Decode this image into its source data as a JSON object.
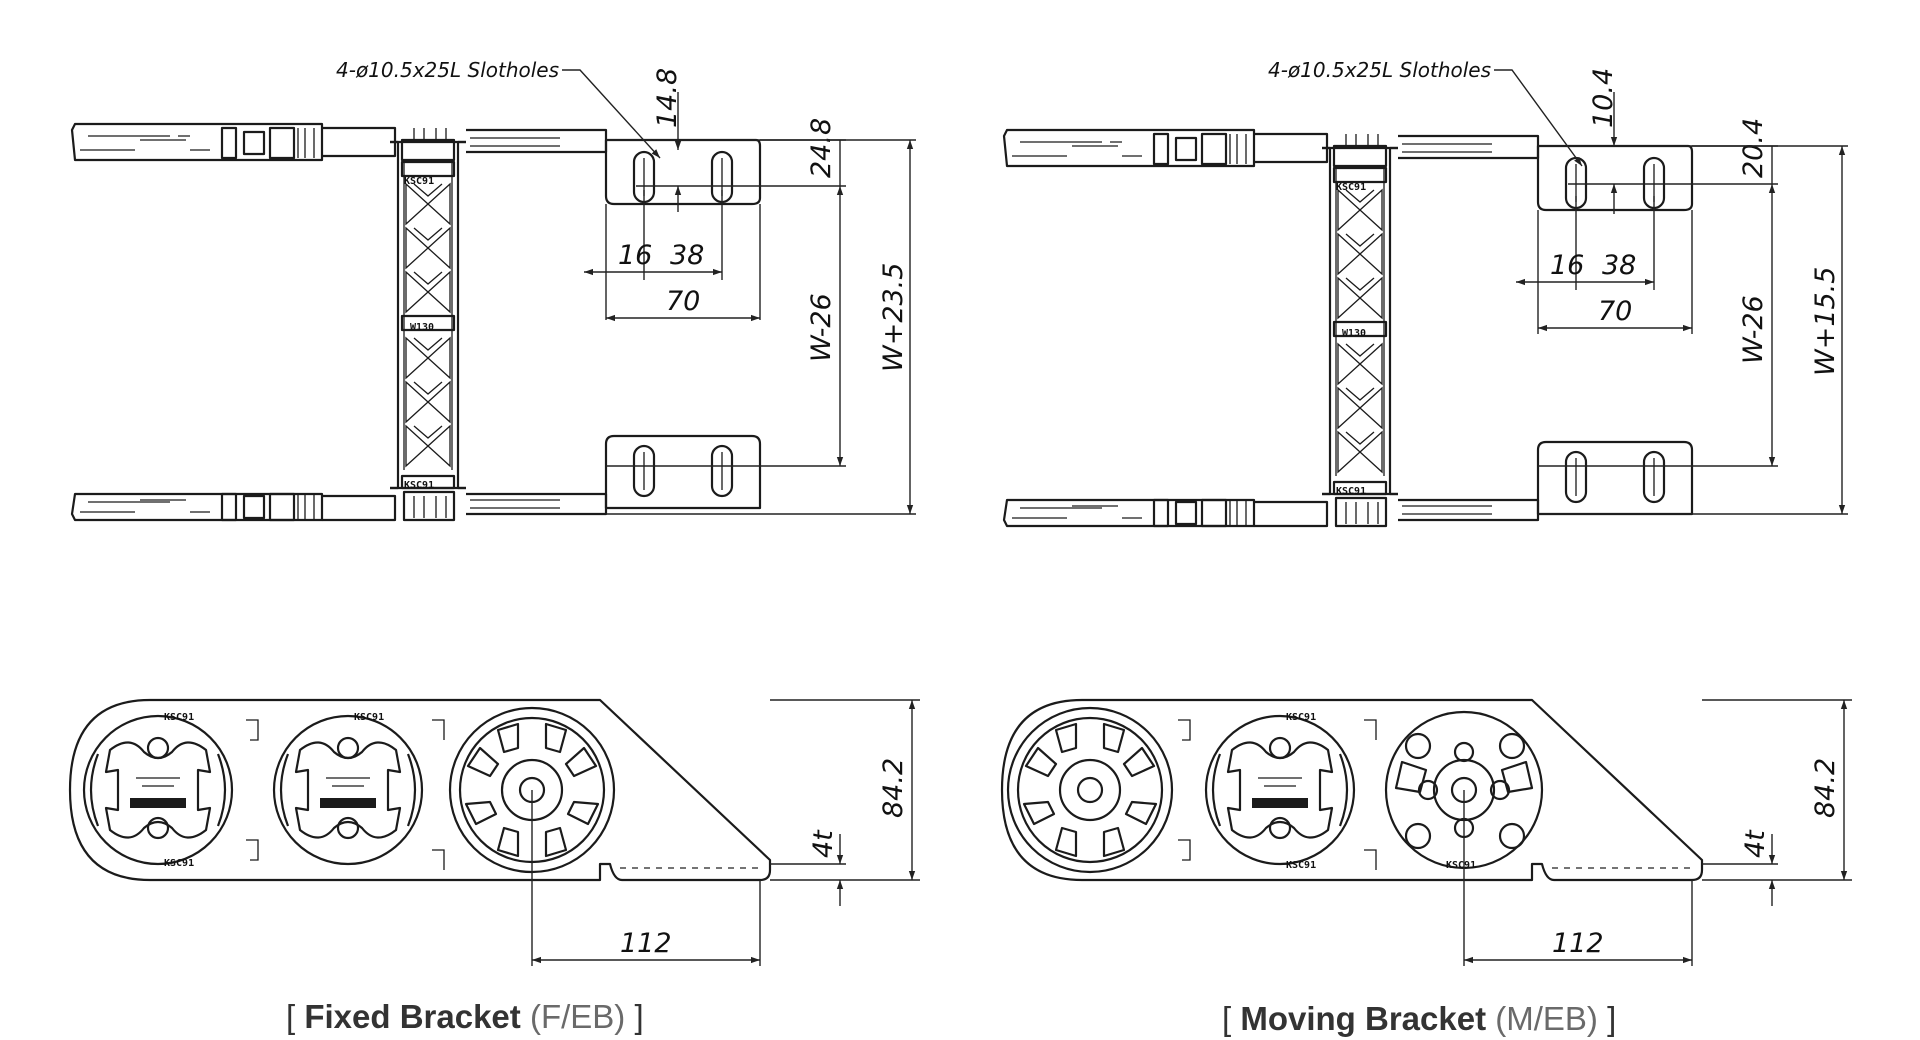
{
  "fixed": {
    "slot_note": "4-ø10.5x25L Slotholes",
    "dims": {
      "a": "14.8",
      "b": "24.8",
      "c": "16",
      "d": "38",
      "e": "70",
      "f": "W-26",
      "g": "W+23.5",
      "h": "84.2",
      "i": "4t",
      "j": "112"
    },
    "marks": {
      "m1": "KSC91",
      "m2": "KSC91",
      "m3": "W130",
      "m4": "KSC91"
    },
    "caption": {
      "open": "[ ",
      "main": "Fixed Bracket",
      "sub": "(F/EB)",
      "close": " ]"
    }
  },
  "moving": {
    "slot_note": "4-ø10.5x25L Slotholes",
    "dims": {
      "a": "10.4",
      "b": "20.4",
      "c": "16",
      "d": "38",
      "e": "70",
      "f": "W-26",
      "g": "W+15.5",
      "h": "84.2",
      "i": "4t",
      "j": "112"
    },
    "marks": {
      "m1": "KSC91",
      "m2": "KSC91",
      "m3": "W130",
      "m4": "KSC91"
    },
    "caption": {
      "open": "[ ",
      "main": "Moving Bracket",
      "sub": "(M/EB)",
      "close": " ]"
    }
  }
}
